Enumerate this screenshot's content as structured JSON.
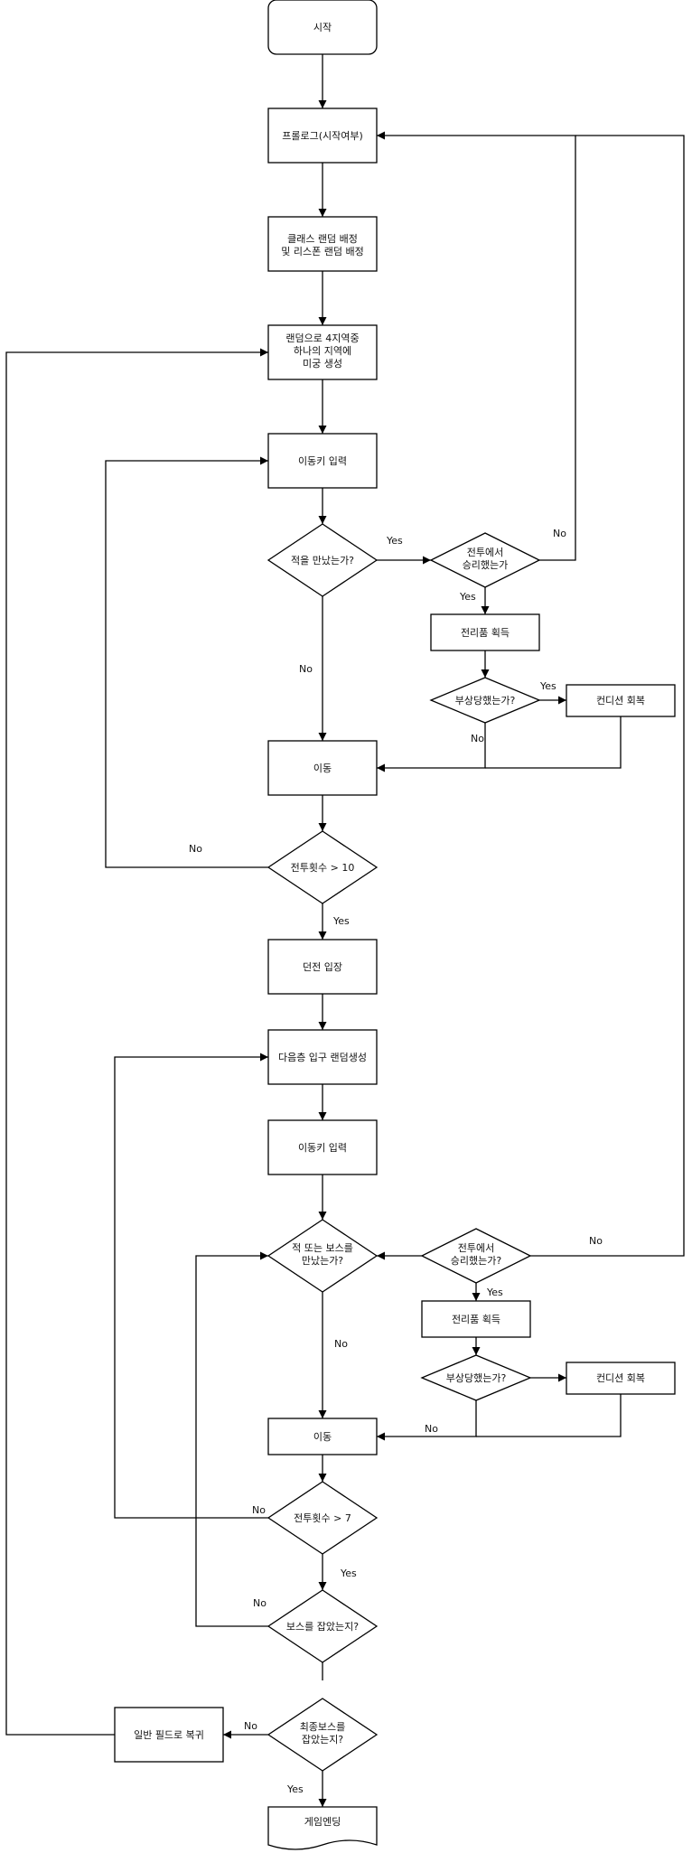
{
  "nodes": {
    "start": "시작",
    "prologue": "프롤로그(시작여부)",
    "class_line1": "클래스 랜덤 배정",
    "class_line2": "및 리스폰 랜덤 배정",
    "maze_line1": "랜덤으로 4지역중",
    "maze_line2": "하나의 지역에",
    "maze_line3": "미궁 생성",
    "move_input_1": "이동키 입력",
    "met_enemy": "적을 만났는가?",
    "won_line1": "전투에서",
    "won_line2": "승리했는가",
    "loot_1": "전리품 획득",
    "injured_1": "부상당했는가?",
    "recover_1": "컨디션 회복",
    "move_1": "이동",
    "battles_gt_10": "전투횟수 > 10",
    "dungeon_enter": "던전 입장",
    "next_floor": "다음층 입구 랜덤생성",
    "move_input_2": "이동키 입력",
    "met_boss_line1": "적 또는 보스를",
    "met_boss_line2": "만났는가?",
    "won2_line1": "전투에서",
    "won2_line2": "승리했는가?",
    "loot_2": "전리품 획득",
    "injured_2": "부상당했는가?",
    "recover_2": "컨디션 회복",
    "move_2": "이동",
    "battles_gt_7": "전투횟수 > 7",
    "caught_boss": "보스를 잡았는지?",
    "final_line1": "최종보스를",
    "final_line2": "잡았는지?",
    "return_field": "일반 필드로 복귀",
    "ending": "게임엔딩"
  },
  "edge_labels": {
    "yes": "Yes",
    "no": "No"
  }
}
